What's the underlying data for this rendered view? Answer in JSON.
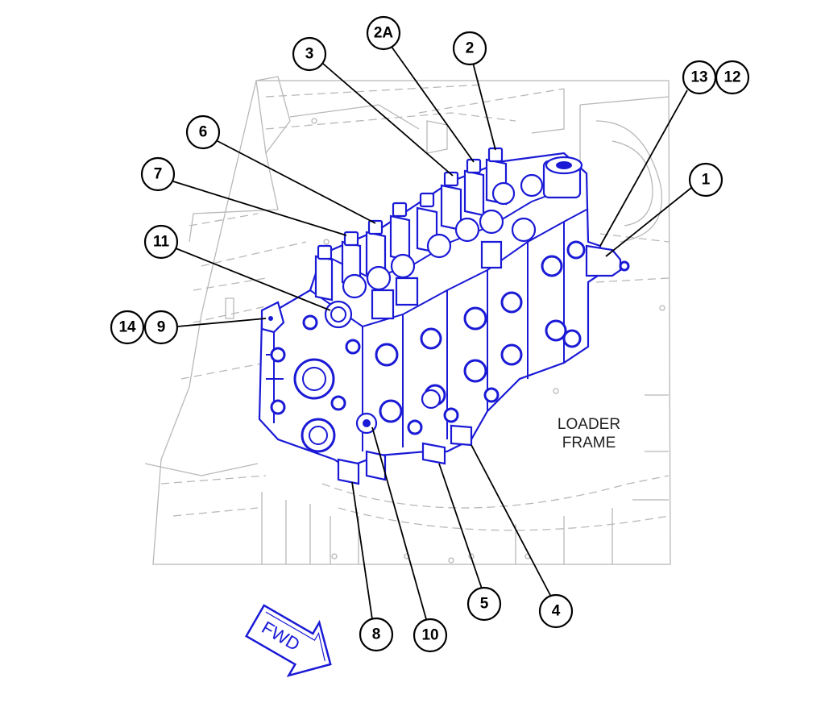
{
  "colors": {
    "valve": "#1a1ad6",
    "frame": "#b8b8b8",
    "callout": "#000000"
  },
  "frame_label": {
    "line1": "LOADER",
    "line2": "FRAME"
  },
  "direction_arrow": {
    "label": "FWD"
  },
  "callouts": [
    {
      "id": "c1",
      "label": "1"
    },
    {
      "id": "c2",
      "label": "2"
    },
    {
      "id": "c2a",
      "label": "2A"
    },
    {
      "id": "c3",
      "label": "3"
    },
    {
      "id": "c4",
      "label": "4"
    },
    {
      "id": "c5",
      "label": "5"
    },
    {
      "id": "c6",
      "label": "6"
    },
    {
      "id": "c7",
      "label": "7"
    },
    {
      "id": "c8",
      "label": "8"
    },
    {
      "id": "c9",
      "label": "9"
    },
    {
      "id": "c10",
      "label": "10"
    },
    {
      "id": "c11",
      "label": "11"
    },
    {
      "id": "c12",
      "label": "12"
    },
    {
      "id": "c13",
      "label": "13"
    },
    {
      "id": "c14",
      "label": "14"
    }
  ]
}
